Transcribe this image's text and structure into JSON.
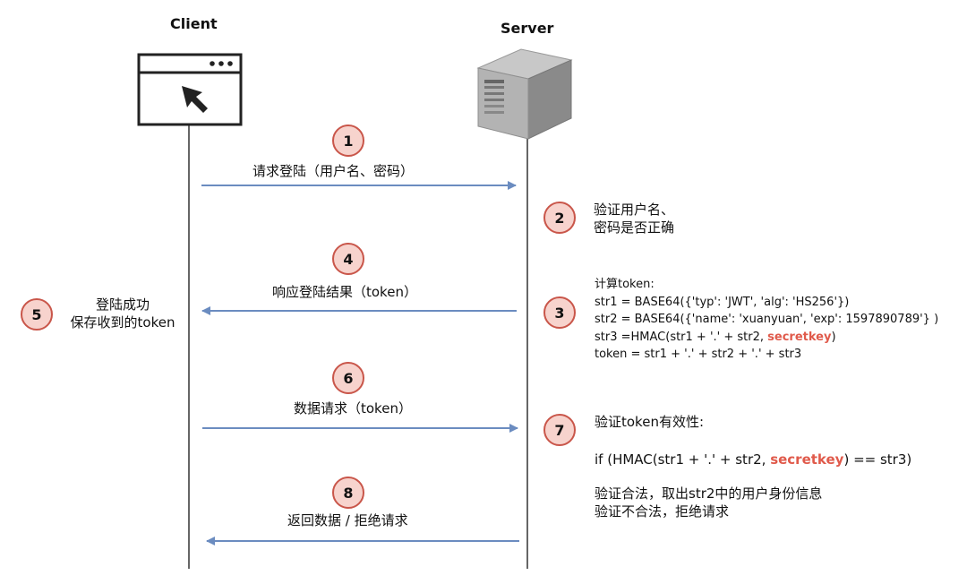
{
  "actors": {
    "client": "Client",
    "server": "Server"
  },
  "steps": [
    {
      "num": "1",
      "label": "请求登陆（用户名、密码）"
    },
    {
      "num": "2",
      "lines": [
        "验证用户名、",
        "密码是否正确"
      ]
    },
    {
      "num": "3",
      "title": "计算token:",
      "lines": [
        "str1 = BASE64({'typ': 'JWT', 'alg': 'HS256'})",
        "str2 = BASE64({'name': 'xuanyuan', 'exp': 1597890789'} )",
        "str3 =HMAC(str1 + '.' + str2, ",
        "token = str1 + '.' + str2 + '.' + str3"
      ],
      "secret": "secretkey",
      "secret_suffix": ")"
    },
    {
      "num": "4",
      "label": "响应登陆结果（token）"
    },
    {
      "num": "5",
      "lines": [
        "登陆成功",
        "保存收到的token"
      ]
    },
    {
      "num": "6",
      "label": "数据请求（token）"
    },
    {
      "num": "7",
      "title": "验证token有效性:",
      "if_prefix": "if (HMAC(str1 + '.' + str2, ",
      "secret": "secretkey",
      "if_suffix": ") == str3)",
      "lines": [
        "验证合法，取出str2中的用户身份信息",
        "验证不合法，拒绝请求"
      ]
    },
    {
      "num": "8",
      "label": "返回数据 / 拒绝请求"
    }
  ],
  "colors": {
    "arrow": "#6b8cc0",
    "badge_fill": "#f7d3cd",
    "badge_border": "#c9564a",
    "secret": "#e05a4b"
  }
}
